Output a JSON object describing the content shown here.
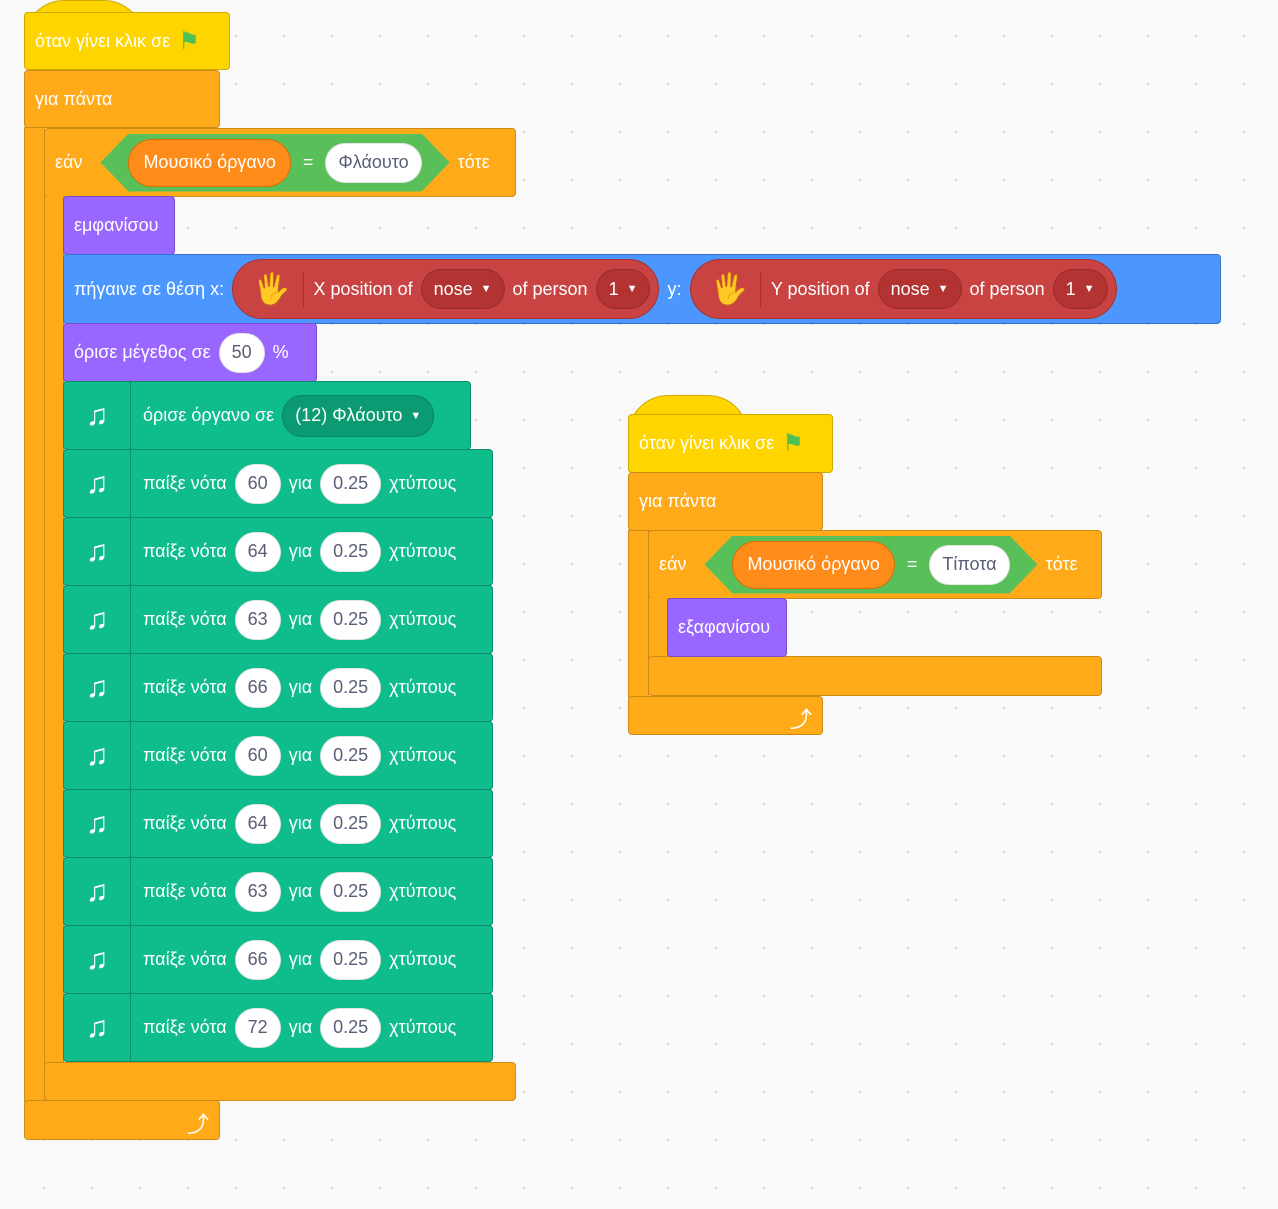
{
  "script1": {
    "hat_label": "όταν γίνει κλικ σε",
    "forever_label": "για πάντα",
    "if": {
      "label": "εάν",
      "variable": "Μουσικό όργανο",
      "equals": "=",
      "value": "Φλάουτο",
      "then": "τότε"
    },
    "show_label": "εμφανίσου",
    "goto": {
      "label": "πήγαινε σε θέση x:",
      "y_label": "y:",
      "x_reporter": {
        "label": "X position of",
        "part": "nose",
        "of_person": "of person",
        "person": "1"
      },
      "y_reporter": {
        "label": "Y position of",
        "part": "nose",
        "of_person": "of person",
        "person": "1"
      }
    },
    "size": {
      "label": "όρισε μέγεθος σε",
      "value": "50",
      "unit": "%"
    },
    "instrument": {
      "label": "όρισε όργανο σε",
      "value": "(12) Φλάουτο"
    },
    "note_labels": {
      "play": "παίξε νότα",
      "for": "για",
      "beats": "χτύπους"
    },
    "notes": [
      {
        "note": "60",
        "beats": "0.25"
      },
      {
        "note": "64",
        "beats": "0.25"
      },
      {
        "note": "63",
        "beats": "0.25"
      },
      {
        "note": "66",
        "beats": "0.25"
      },
      {
        "note": "60",
        "beats": "0.25"
      },
      {
        "note": "64",
        "beats": "0.25"
      },
      {
        "note": "63",
        "beats": "0.25"
      },
      {
        "note": "66",
        "beats": "0.25"
      },
      {
        "note": "72",
        "beats": "0.25"
      }
    ]
  },
  "script2": {
    "hat_label": "όταν γίνει κλικ σε",
    "forever_label": "για πάντα",
    "if": {
      "label": "εάν",
      "variable": "Μουσικό όργανο",
      "equals": "=",
      "value": "Τίποτα",
      "then": "τότε"
    },
    "hide_label": "εξαφανίσου"
  },
  "icons": {
    "flag": "green-flag-icon",
    "hand": "hand-pose-icon",
    "music": "music-notes-icon",
    "loop": "loop-arrow-icon"
  }
}
